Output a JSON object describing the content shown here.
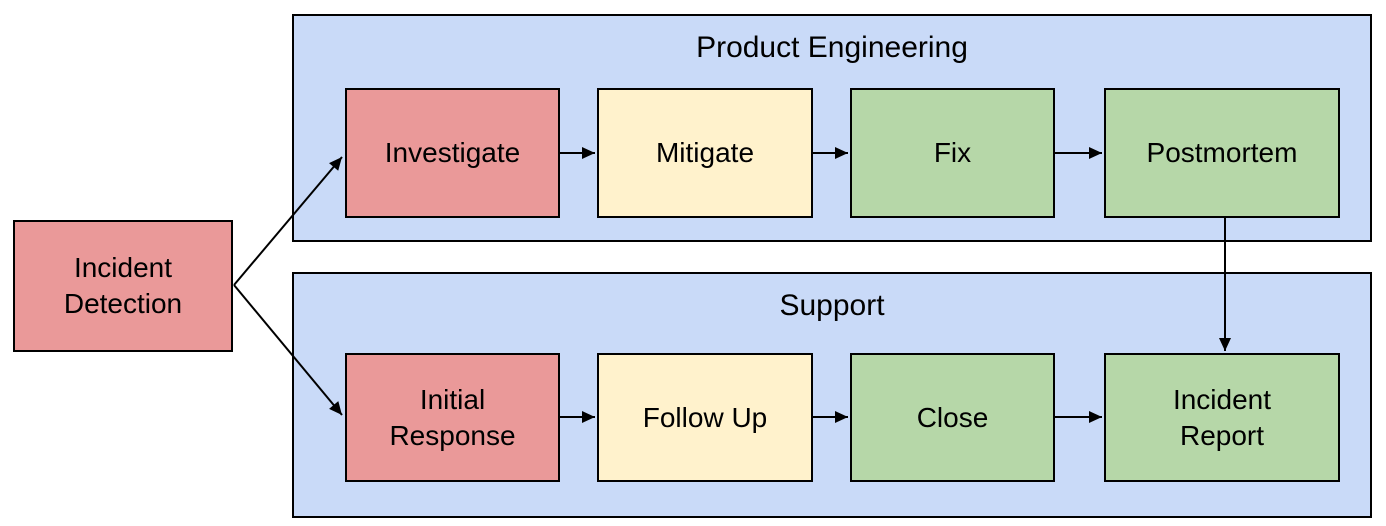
{
  "colors": {
    "container_fill": "#c9daf8",
    "red_fill": "#ea9999",
    "yellow_fill": "#fff2cc",
    "green_fill": "#b6d7a8",
    "border": "#000000",
    "text": "#000000",
    "background": "#ffffff"
  },
  "containers": {
    "product_engineering": {
      "title": "Product Engineering"
    },
    "support": {
      "title": "Support"
    }
  },
  "nodes": {
    "incident_detection": {
      "label": "Incident Detection",
      "fill": "red_fill"
    },
    "investigate": {
      "label": "Investigate",
      "fill": "red_fill"
    },
    "mitigate": {
      "label": "Mitigate",
      "fill": "yellow_fill"
    },
    "fix": {
      "label": "Fix",
      "fill": "green_fill"
    },
    "postmortem": {
      "label": "Postmortem",
      "fill": "green_fill"
    },
    "initial_response": {
      "label": "Initial Response",
      "fill": "red_fill"
    },
    "follow_up": {
      "label": "Follow Up",
      "fill": "yellow_fill"
    },
    "close": {
      "label": "Close",
      "fill": "green_fill"
    },
    "incident_report": {
      "label": "Incident Report",
      "fill": "green_fill"
    }
  },
  "edges": [
    {
      "from": "incident_detection",
      "to": "investigate"
    },
    {
      "from": "incident_detection",
      "to": "initial_response"
    },
    {
      "from": "investigate",
      "to": "mitigate"
    },
    {
      "from": "mitigate",
      "to": "fix"
    },
    {
      "from": "fix",
      "to": "postmortem"
    },
    {
      "from": "postmortem",
      "to": "incident_report"
    },
    {
      "from": "initial_response",
      "to": "follow_up"
    },
    {
      "from": "follow_up",
      "to": "close"
    },
    {
      "from": "close",
      "to": "incident_report"
    }
  ]
}
